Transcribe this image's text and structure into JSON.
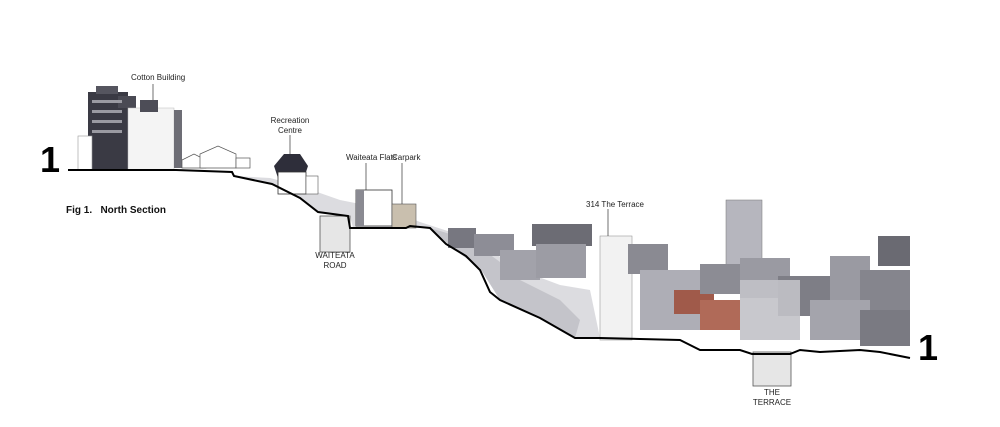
{
  "figure": {
    "caption": "Fig 1.   North Section",
    "section_marker_left": "1",
    "section_marker_right": "1"
  },
  "labels": {
    "cotton_building": "Cotton Building",
    "recreation_centre_line1": "Recreation",
    "recreation_centre_line2": "Centre",
    "waiteata_flats": "Waiteata Flats",
    "carpark": "Carpark",
    "the_terrace_314": "314 The Terrace",
    "waiteata_road_line1": "WAITEATA",
    "waiteata_road_line2": "ROAD",
    "the_terrace_line1": "THE",
    "the_terrace_line2": "TERRACE"
  },
  "colors": {
    "ground_line": "#000000",
    "building_dark": "#3a3a44",
    "building_mid": "#8a8a92",
    "building_light": "#c9c9cf",
    "road_cut": "#e6e6e6",
    "roof_red": "#a05a4a"
  }
}
